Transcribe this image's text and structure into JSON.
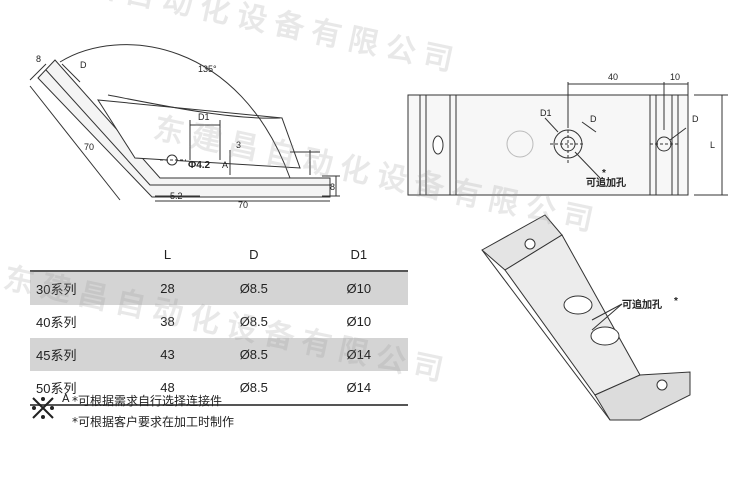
{
  "side_view": {
    "dims": {
      "d8_top": "8",
      "d": "D",
      "angle": "135°",
      "d1": "D1",
      "dia": "Φ4.2",
      "a_label": "A",
      "three": "3",
      "seventy_left": "70",
      "five_two": "5.2",
      "seventy_bottom": "70",
      "d8_right": "8"
    }
  },
  "top_view": {
    "dims": {
      "forty": "40",
      "ten": "10",
      "d1": "D1",
      "d": "D",
      "d_right": "D",
      "l": "L",
      "star": "*",
      "extra_hole": "可追加孔"
    }
  },
  "iso_view": {
    "extra_hole": "可追加孔",
    "star": "*"
  },
  "table": {
    "headers": [
      "",
      "L",
      "D",
      "D1"
    ],
    "rows": [
      [
        "30系列",
        "28",
        "Ø8.5",
        "Ø10"
      ],
      [
        "40系列",
        "38",
        "Ø8.5",
        "Ø10"
      ],
      [
        "45系列",
        "43",
        "Ø8.5",
        "Ø14"
      ],
      [
        "50系列",
        "48",
        "Ø8.5",
        "Ø14"
      ]
    ]
  },
  "notes": {
    "a_prefix": "A",
    "line1": "*可根据需求自行选择连接件",
    "line2": "*可根据客户要求在加工时制作"
  },
  "watermark": {
    "text": "东建昌自动化设备有限公司"
  },
  "colors": {
    "shade": "#d4d4d4",
    "line": "#333333"
  }
}
